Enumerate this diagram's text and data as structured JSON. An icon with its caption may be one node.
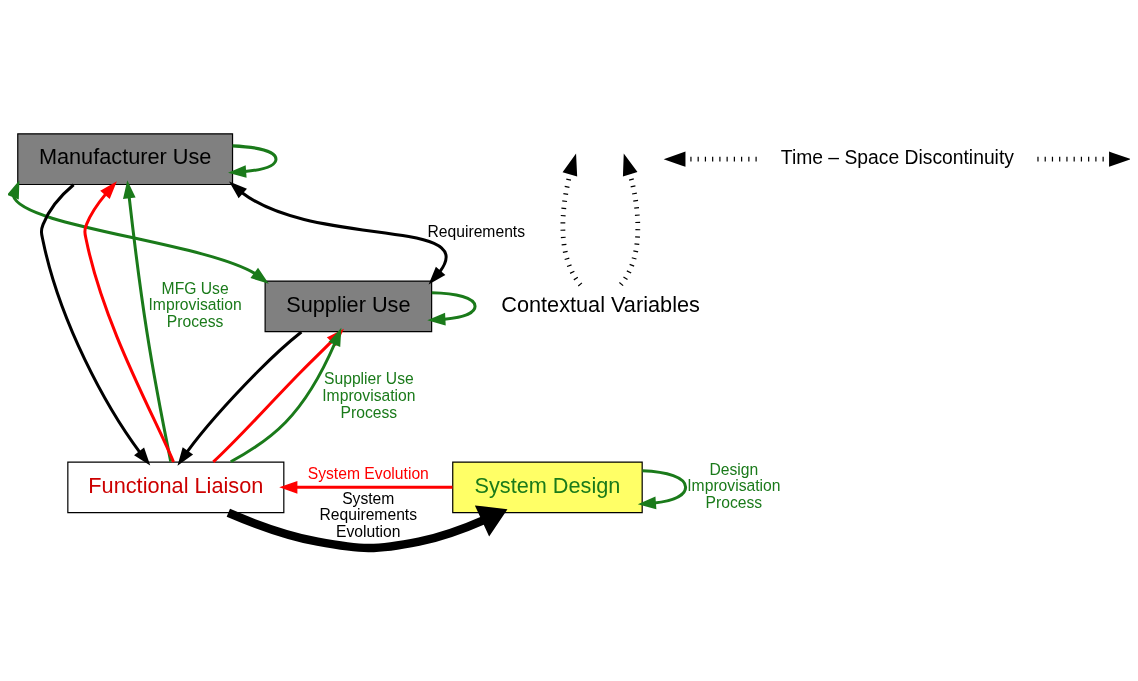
{
  "diagram": {
    "nodes": [
      {
        "text": [
          "Manufacturer Use"
        ]
      },
      {
        "text": [
          "Supplier Use"
        ]
      },
      {
        "text": [
          "Functional Liaison"
        ]
      },
      {
        "text": [
          "System Design"
        ]
      },
      {
        "text": [
          "Contextual Variables"
        ]
      }
    ],
    "edges": [
      {
        "from": 2,
        "to": 0,
        "arrow": "to",
        "color": "#1a7a1a",
        "label": "MFG Use Improvisation Process"
      },
      {
        "from": 0,
        "to": 0,
        "arrow": "to",
        "color": "#1a7a1a"
      },
      {
        "from": 2,
        "to": 0,
        "arrow": "to",
        "color": "#ff0000"
      },
      {
        "from": 0,
        "to": 2,
        "arrow": "to",
        "color": "#000000"
      },
      {
        "from": 0,
        "to": 1,
        "arrow": "both",
        "color": "#1a7a1a"
      },
      {
        "from": 0,
        "to": 1,
        "arrow": "both",
        "color": "#000000",
        "label": "Requirements"
      },
      {
        "from": 1,
        "to": 1,
        "arrow": "to",
        "color": "#1a7a1a"
      },
      {
        "from": 1,
        "to": 2,
        "arrow": "to",
        "color": "#000000"
      },
      {
        "from": 2,
        "to": 1,
        "arrow": "to",
        "color": "#ff0000"
      },
      {
        "from": 2,
        "to": 1,
        "arrow": "to",
        "color": "#1a7a1a",
        "label": "Supplier Use Improvisation Process"
      },
      {
        "from": 3,
        "to": 2,
        "arrow": "to",
        "color": "#ff0000",
        "label": "System Evolution"
      },
      {
        "from": 3,
        "to": 3,
        "arrow": "to",
        "color": "#1a7a1a",
        "label": "Design Improvisation Process"
      },
      {
        "from": 2,
        "to": 3,
        "arrow": "to",
        "color": "#000000",
        "style": "thick",
        "label": "System Requirements Evolution"
      },
      {
        "from": 4,
        "to": null,
        "arrow": "to",
        "color": "#000000",
        "style": "dashed"
      },
      {
        "from": 4,
        "to": null,
        "arrow": "to",
        "color": "#000000",
        "style": "dashed"
      }
    ],
    "labels": [
      "Time – Space Discontinuity"
    ]
  }
}
